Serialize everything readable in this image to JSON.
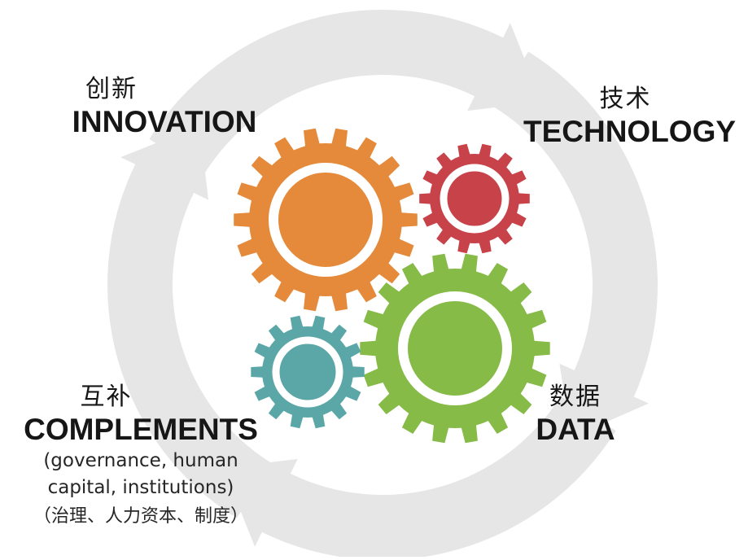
{
  "labels": {
    "innovation": {
      "zh": "创新",
      "en": "INNOVATION"
    },
    "technology": {
      "zh": "技术",
      "en": "TECHNOLOGY"
    },
    "data": {
      "zh": "数据",
      "en": "DATA"
    },
    "complements": {
      "zh": "互补",
      "en": "COMPLEMENTS",
      "detail_line1": "(governance, human",
      "detail_line2": "capital, institutions)",
      "detail_zh": "（治理、人力资本、制度）"
    }
  },
  "colors": {
    "cycle_arrows": "#e6e6e6",
    "innovation_gear": "#e48a3a",
    "technology_gear": "#c8424a",
    "data_gear": "#86bb48",
    "complements_gear": "#5ba7a8"
  },
  "icons": [
    "cycle-arrow-icon",
    "gear-icon"
  ]
}
